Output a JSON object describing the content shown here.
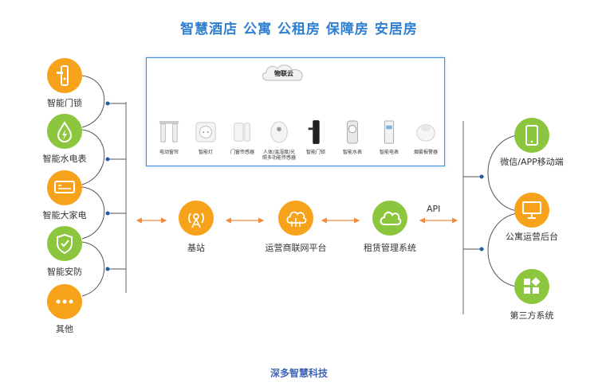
{
  "title": "智慧酒店  公寓 公租房 保障房 安居房",
  "footer": "深多智慧科技",
  "left_devices": [
    {
      "label": "智能门锁",
      "icon": "door-lock-icon"
    },
    {
      "label": "智能水电表",
      "icon": "water-drop-icon"
    },
    {
      "label": "智能大家电",
      "icon": "air-conditioner-icon"
    },
    {
      "label": "智能安防",
      "icon": "shield-icon"
    },
    {
      "label": "其他",
      "icon": "more-icon"
    }
  ],
  "cloud": {
    "label": "物联云",
    "devices": [
      {
        "label": "电动窗帘",
        "icon": "curtain-icon"
      },
      {
        "label": "智能灯",
        "icon": "light-socket-icon"
      },
      {
        "label": "门窗传感器",
        "icon": "door-sensor-icon"
      },
      {
        "label": "人体/温湿度/光照多功能传感器",
        "icon": "multi-sensor-icon"
      },
      {
        "label": "智能门锁",
        "icon": "door-lock-icon"
      },
      {
        "label": "智能水表",
        "icon": "water-meter-icon"
      },
      {
        "label": "智能电表",
        "icon": "electric-meter-icon"
      },
      {
        "label": "烟雾报警器",
        "icon": "smoke-alarm-icon"
      }
    ]
  },
  "center": [
    {
      "label": "基站",
      "icon": "antenna-icon"
    },
    {
      "label": "运营商联网平台",
      "icon": "cloud-network-icon"
    },
    {
      "label": "租赁管理系统",
      "icon": "cloud-icon"
    }
  ],
  "api_label": "API",
  "right": [
    {
      "label": "微信/APP移动端",
      "icon": "phone-icon"
    },
    {
      "label": "公寓运营后台",
      "icon": "monitor-icon"
    },
    {
      "label": "第三方系统",
      "icon": "apps-icon"
    }
  ],
  "colors": {
    "title": "#2e7fd0",
    "orange": "#f7a21b",
    "green": "#8cc63f",
    "arrow": "#f08a3c",
    "footer": "#3f63b5",
    "box_border": "#3d8fe0"
  }
}
